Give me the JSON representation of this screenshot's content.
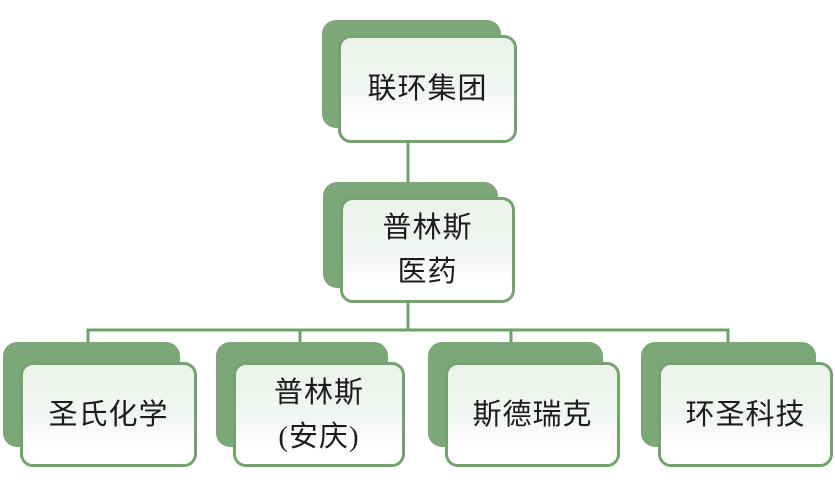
{
  "diagram": {
    "type": "org-chart",
    "colors": {
      "shadow": "#7ca877",
      "border": "#74a370",
      "connector": "#6f9f6b",
      "fill_top": "#ecf2ec",
      "fill_mid": "#f3f7f3",
      "fill_bottom": "#ffffff",
      "text": "#1c1c1c"
    },
    "nodes": {
      "root": {
        "line1": "联环集团"
      },
      "mid": {
        "line1": "普林斯",
        "line2": "医药"
      },
      "b1": {
        "line1": "圣氏化学"
      },
      "b2": {
        "line1": "普林斯",
        "line2": "(安庆)"
      },
      "b3": {
        "line1": "斯德瑞克"
      },
      "b4": {
        "line1": "环圣科技"
      }
    },
    "edges": [
      {
        "from": "root",
        "to": "mid"
      },
      {
        "from": "mid",
        "to": "b1"
      },
      {
        "from": "mid",
        "to": "b2"
      },
      {
        "from": "mid",
        "to": "b3"
      },
      {
        "from": "mid",
        "to": "b4"
      }
    ]
  }
}
